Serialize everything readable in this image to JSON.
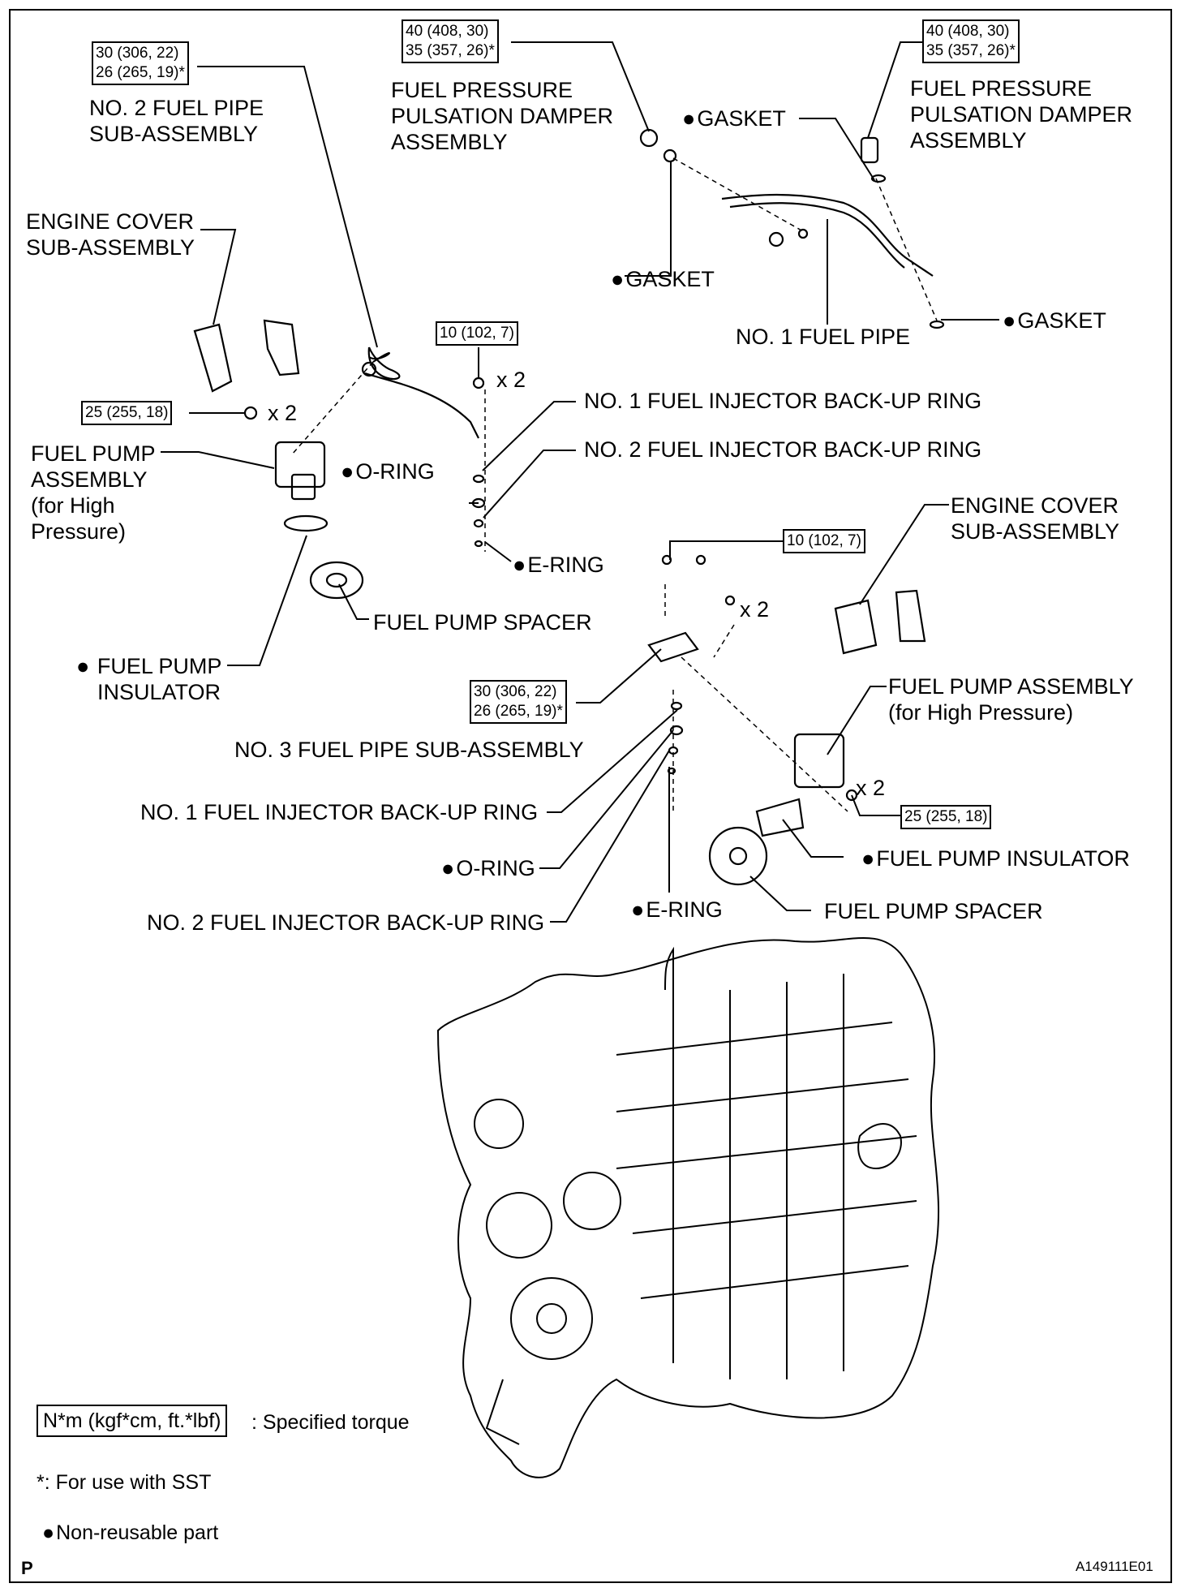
{
  "torque": {
    "t_30_306": [
      "30 (306, 22)",
      "26 (265, 19)*"
    ],
    "t_40_408": [
      "40 (408, 30)",
      "35 (357, 26)*"
    ],
    "t_10": "10 (102, 7)",
    "t_25": "25 (255, 18)"
  },
  "labels": {
    "no2_fuel_pipe": [
      "NO. 2 FUEL PIPE",
      "SUB-ASSEMBLY"
    ],
    "pulsation_damper": [
      "FUEL PRESSURE",
      "PULSATION DAMPER",
      "ASSEMBLY"
    ],
    "gasket": "GASKET",
    "engine_cover": [
      "ENGINE COVER",
      "SUB-ASSEMBLY"
    ],
    "no1_fuel_pipe": "NO. 1 FUEL PIPE",
    "x2": "x 2",
    "no1_backup_ring": "NO. 1 FUEL INJECTOR BACK-UP RING",
    "no2_backup_ring": "NO. 2 FUEL INJECTOR BACK-UP RING",
    "o_ring": "O-RING",
    "e_ring": "E-RING",
    "fuel_pump_left": [
      "FUEL PUMP",
      "ASSEMBLY",
      "(for High",
      "Pressure)"
    ],
    "fuel_pump_spacer": "FUEL PUMP SPACER",
    "fuel_pump_insulator": "FUEL PUMP INSULATOR",
    "fuel_pump_insulator_left": [
      "FUEL PUMP",
      "INSULATOR"
    ],
    "fuel_pump_right": [
      "FUEL PUMP ASSEMBLY",
      "(for High Pressure)"
    ],
    "no3_fuel_pipe": "NO. 3 FUEL PIPE SUB-ASSEMBLY"
  },
  "legend": {
    "unit_box": "N*m (kgf*cm, ft.*lbf)",
    "unit_text": ": Specified torque",
    "sst": "*: For use with SST",
    "non_reusable": "Non-reusable part"
  },
  "corner": {
    "left": "P",
    "right": "A149111E01"
  }
}
